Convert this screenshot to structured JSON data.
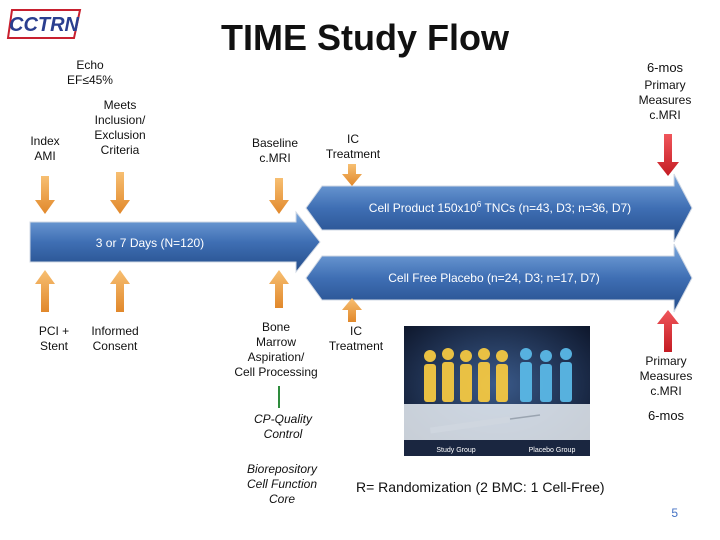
{
  "logo": {
    "text": "CCTRN"
  },
  "title": "TIME Study Flow",
  "labels": {
    "echo": "Echo\nEF≤45%",
    "index_ami": "Index\nAMI",
    "meets_criteria": "Meets\nInclusion/\nExclusion\nCriteria",
    "baseline_cmri": "Baseline\nc.MRI",
    "ic_treatment_top": "IC\nTreatment",
    "six_mos_top": "6-mos",
    "primary_measures_top": "Primary\nMeasures\nc.MRI",
    "pci_stent": "PCI +\nStent",
    "informed_consent": "Informed\nConsent",
    "bone_marrow": "Bone\nMarrow\nAspiration/\nCell Processing",
    "ic_treatment_bottom": "IC\nTreatment",
    "primary_measures_bottom": "Primary\nMeasures\nc.MRI",
    "six_mos_bottom": "6-mos",
    "cp_quality": "CP-Quality\nControl",
    "biorepository": "Biorepository\nCell Function\nCore",
    "randomization": "R= Randomization (2 BMC: 1 Cell-Free)"
  },
  "arrows": {
    "main": "3 or 7 Days (N=120)",
    "cell_product": "Cell Product 150x10",
    "cell_product_sup": "6",
    "cell_product_rest": " TNCs (n=43, D3; n=36, D7)",
    "placebo": "Cell Free Placebo (n=24, D3; n=17, D7)"
  },
  "photo": {
    "left_caption": "Study Group",
    "right_caption": "Placebo Group"
  },
  "slide_number": "5",
  "colors": {
    "blue_arrow": "#4a7ebb",
    "orange_arrow": "#f4a442",
    "red_arrow": "#e0282e",
    "green_arrow": "#2e8b3c"
  }
}
